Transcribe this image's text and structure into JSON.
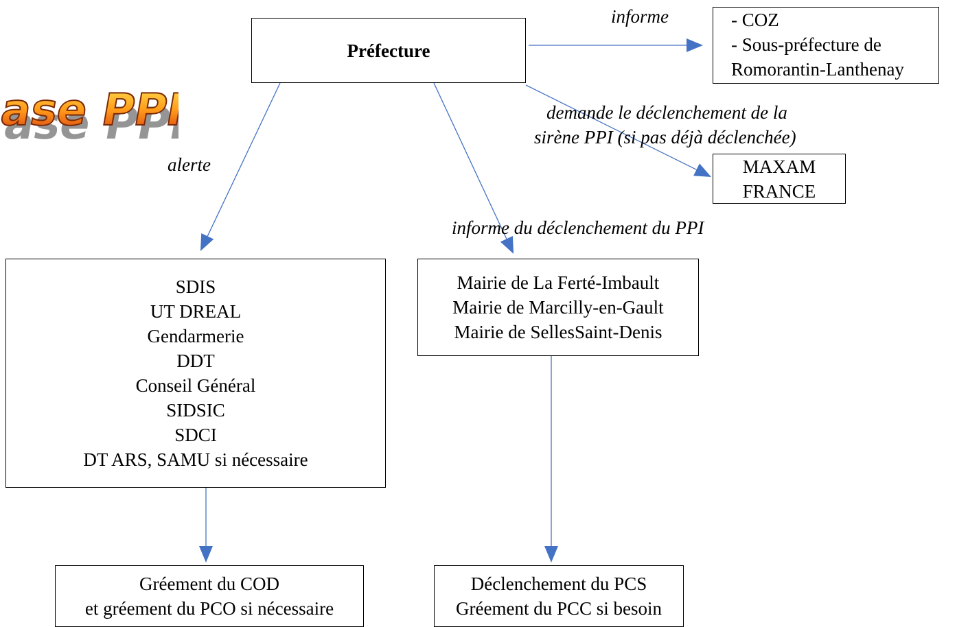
{
  "logo": {
    "text": "Phase PPI"
  },
  "prefecture": {
    "label": "Préfecture"
  },
  "notified": {
    "lines": [
      "- COZ",
      "- Sous-préfecture de",
      "Romorantin-Lanthenay"
    ]
  },
  "maxam": {
    "lines": [
      "MAXAM",
      "FRANCE"
    ]
  },
  "services": {
    "lines": [
      "SDIS",
      "UT DREAL",
      "Gendarmerie",
      "DDT",
      "Conseil Général",
      "SIDSIC",
      "SDCI",
      "DT ARS, SAMU si nécessaire"
    ]
  },
  "mairies": {
    "lines": [
      "Mairie de La Ferté-Imbault",
      "Mairie de Marcilly-en-Gault",
      "Mairie de SellesSaint-Denis"
    ]
  },
  "cod": {
    "lines": [
      "Gréement du COD",
      "et gréement du PCO si nécessaire"
    ]
  },
  "pcs": {
    "lines": [
      "Déclenchement du PCS",
      "Gréement du PCC si besoin"
    ]
  },
  "labels": {
    "informe": "informe",
    "demande_1": "demande le déclenchement de la",
    "demande_2": "sirène PPI (si pas déjà déclenchée)",
    "alerte": "alerte",
    "informe_ppi": "informe du déclenchement du PPI"
  },
  "colors": {
    "arrow": "#4472c4"
  }
}
